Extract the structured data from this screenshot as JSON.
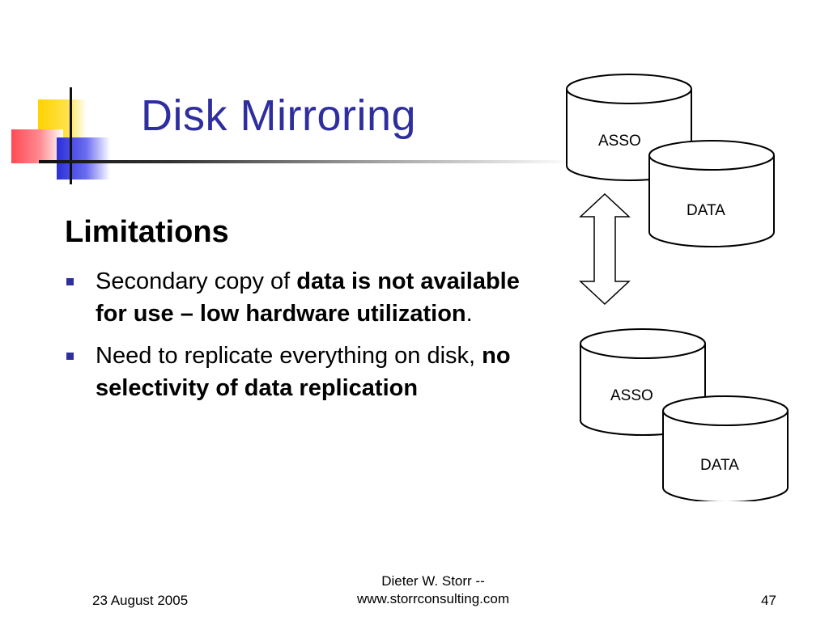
{
  "slide": {
    "title": "Disk Mirroring",
    "heading": "Limitations",
    "bullets": [
      {
        "parts": [
          {
            "text": "Secondary copy of ",
            "bold": false
          },
          {
            "text": "data is not available for use – low hardware utilization",
            "bold": true
          },
          {
            "text": ".",
            "bold": false
          }
        ]
      },
      {
        "parts": [
          {
            "text": "Need to replicate everything on disk, ",
            "bold": false
          },
          {
            "text": "no selectivity of data replication",
            "bold": true
          }
        ]
      }
    ]
  },
  "diagram": {
    "primary": {
      "asso_label": "ASSO",
      "data_label": "DATA"
    },
    "mirror": {
      "asso_label": "ASSO",
      "data_label": "DATA"
    }
  },
  "footer": {
    "date": "23 August 2005",
    "author_line1": "Dieter W. Storr --",
    "author_line2": "www.storrconsulting.com",
    "page_number": "47"
  },
  "colors": {
    "title": "#2e2e9e",
    "bullet": "#2e2e9e"
  },
  "icons": {
    "deco": "slide-decoration",
    "disk": "disk-cylinder",
    "arrow": "double-arrow"
  }
}
